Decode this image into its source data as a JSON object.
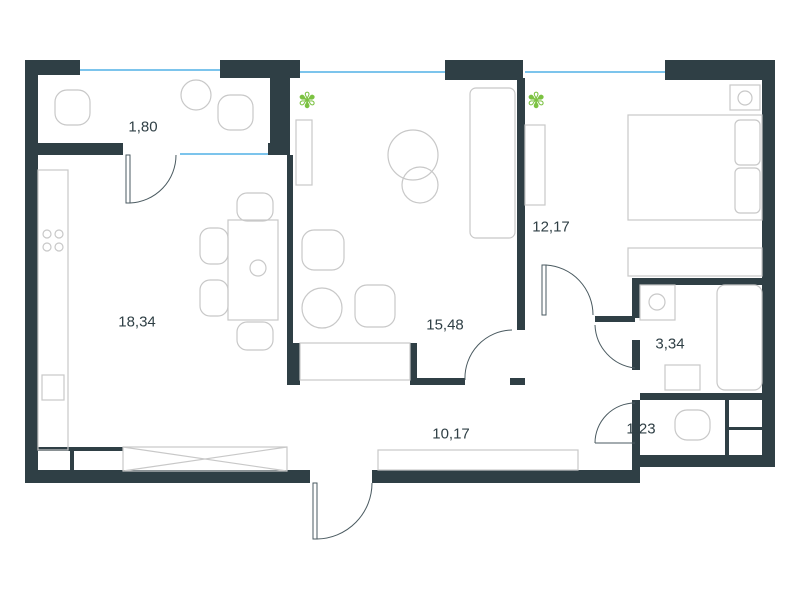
{
  "rooms": {
    "balcony": {
      "area": "1,80"
    },
    "kitchen": {
      "area": "18,34"
    },
    "living_room": {
      "area": "15,48"
    },
    "bedroom": {
      "area": "12,17"
    },
    "bathroom": {
      "area": "3,34"
    },
    "hallway": {
      "area": "10,17"
    },
    "toilet": {
      "area": "1,23"
    }
  },
  "colors": {
    "wall": "#2f3f45",
    "glass": "#7cc4ec",
    "plant": "#7cc242",
    "furniture": "#c8c8c8"
  }
}
